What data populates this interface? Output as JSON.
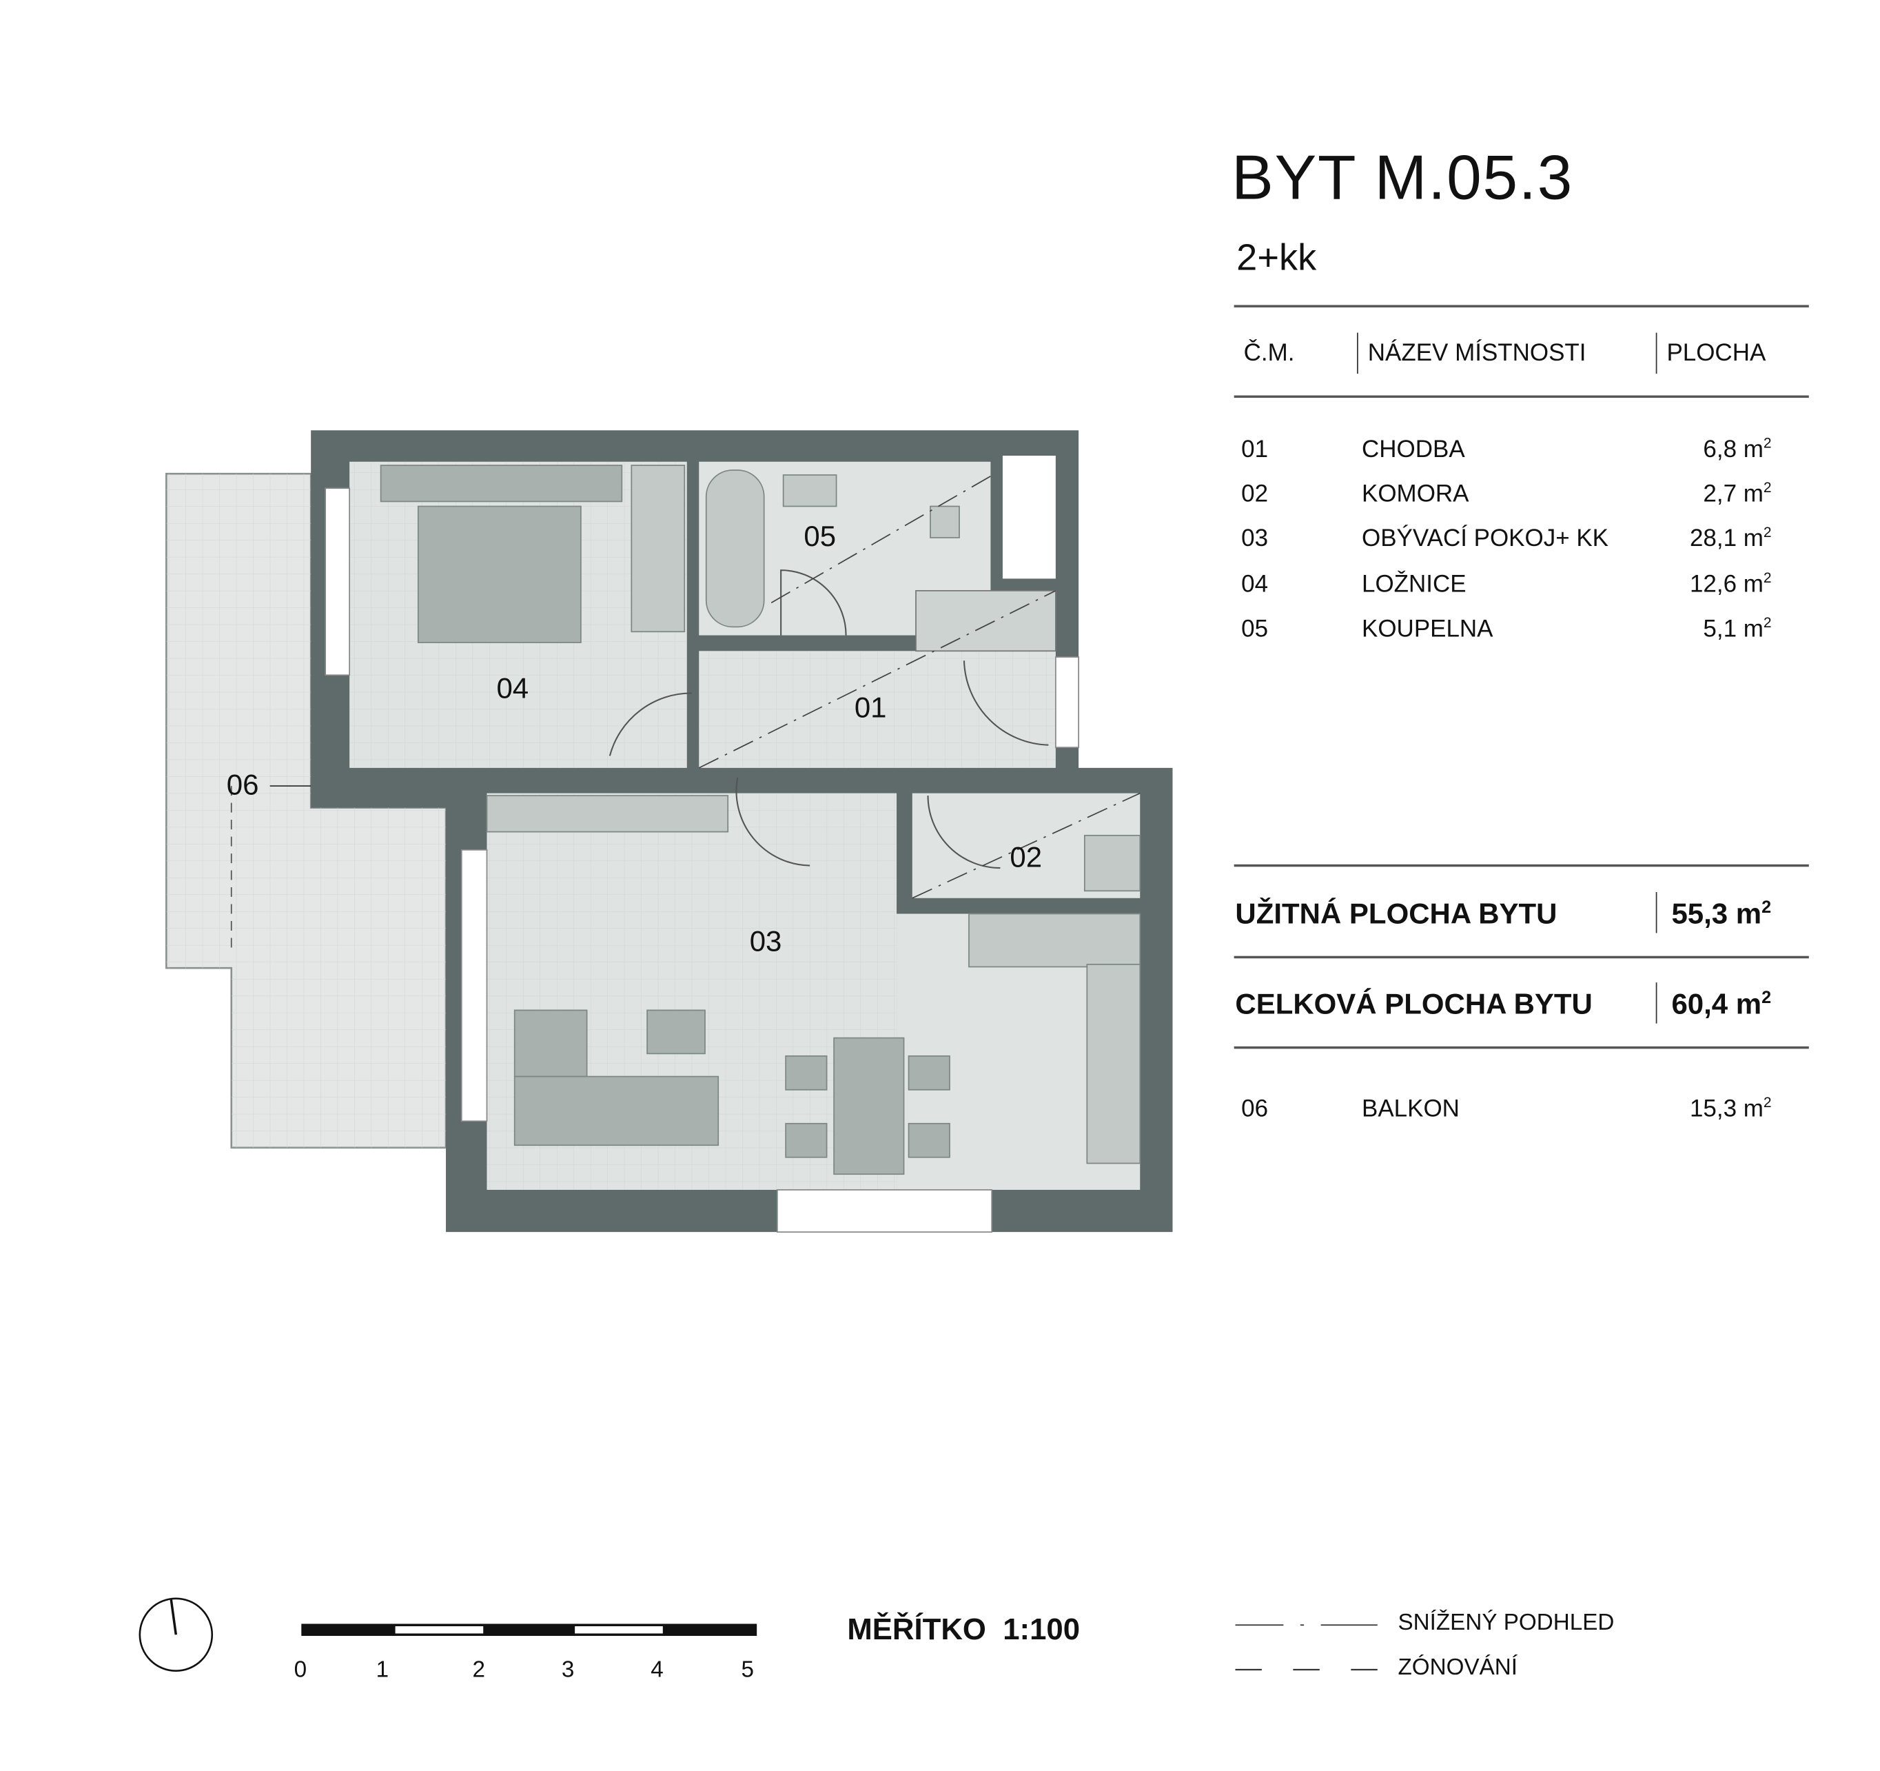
{
  "header": {
    "title": "BYT M.05.3",
    "type": "2+kk"
  },
  "table": {
    "columns": [
      "Č.M.",
      "NÁZEV MÍSTNOSTI",
      "PLOCHA"
    ],
    "rows": [
      {
        "num": "01",
        "name": "CHODBA",
        "area": "6,8 m",
        "unit_exp": "2"
      },
      {
        "num": "02",
        "name": "KOMORA",
        "area": "2,7 m",
        "unit_exp": "2"
      },
      {
        "num": "03",
        "name": "OBÝVACÍ POKOJ+ KK",
        "area": "28,1 m",
        "unit_exp": "2"
      },
      {
        "num": "04",
        "name": "LOŽNICE",
        "area": "12,6 m",
        "unit_exp": "2"
      },
      {
        "num": "05",
        "name": "KOUPELNA",
        "area": "5,1 m",
        "unit_exp": "2"
      }
    ]
  },
  "totals": {
    "usable_label": "UŽITNÁ PLOCHA BYTU",
    "usable_value": "55,3 m",
    "total_label": "CELKOVÁ PLOCHA BYTU",
    "total_value": "60,4 m",
    "exp": "2"
  },
  "balcony": {
    "num": "06",
    "name": "BALKON",
    "area": "15,3 m",
    "unit_exp": "2"
  },
  "plan_labels": {
    "r01": "01",
    "r02": "02",
    "r03": "03",
    "r04": "04",
    "r05": "05",
    "r06": "06"
  },
  "scale": {
    "label": "MĚŘÍTKO  1:100",
    "ticks": [
      "0",
      "1",
      "2",
      "3",
      "4",
      "5"
    ]
  },
  "legend": {
    "lowered_ceiling": "SNÍŽENÝ PODHLED",
    "zoning": "ZÓNOVÁNÍ"
  },
  "colors": {
    "wall": "#5f6a6b",
    "floor": "#dfe4e2",
    "furniture": "#a8b1ae",
    "balcony": "#e4e7e6"
  }
}
